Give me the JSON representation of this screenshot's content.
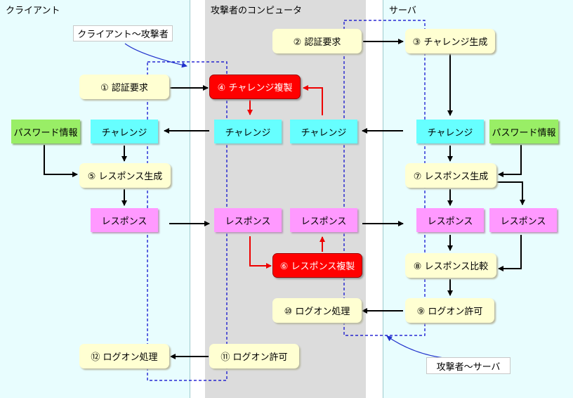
{
  "panels": {
    "client": "クライアント",
    "attacker": "攻撃者のコンピュータ",
    "server": "サーバ"
  },
  "callouts": {
    "client_attacker": "クライアント〜攻撃者",
    "attacker_server": "攻撃者〜サーバ"
  },
  "nodes": {
    "auth_request_client": "① 認証要求",
    "auth_request_attacker": "② 認証要求",
    "challenge_generate": "③ チャレンジ生成",
    "challenge_copy": "④ チャレンジ複製",
    "response_generate_client": "⑤ レスポンス生成",
    "response_copy": "⑥ レスポンス複製",
    "response_generate_server": "⑦ レスポンス生成",
    "response_compare": "⑧ レスポンス比較",
    "logon_permit_server": "⑨ ログオン許可",
    "logon_process_attacker": "⑩ ログオン処理",
    "logon_permit_attacker": "⑪ ログオン許可",
    "logon_process_client": "⑫ ログオン処理",
    "password_client": "パスワード情報",
    "password_server": "パスワード情報",
    "challenge_client": "チャレンジ",
    "challenge_attacker_left": "チャレンジ",
    "challenge_attacker_right": "チャレンジ",
    "challenge_server": "チャレンジ",
    "response_client": "レスポンス",
    "response_attacker_left": "レスポンス",
    "response_attacker_right": "レスポンス",
    "response_server_left": "レスポンス",
    "response_server_right": "レスポンス"
  },
  "colors": {
    "client_panel": "#e8fdfe",
    "attacker_panel": "#dcdcdc",
    "yellow_box": "#ffffd2",
    "cyan_box": "#66ffff",
    "pink_box": "#ff99ff",
    "green_box": "#99ee66",
    "attack_box": "#ff0000",
    "connection_dashed": "#0000cc"
  }
}
